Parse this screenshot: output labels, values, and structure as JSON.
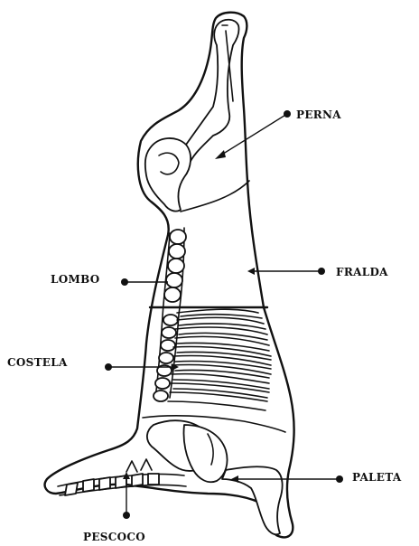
{
  "labels": {
    "perna": "PERNA",
    "fralda": "FRALDA",
    "lombo": "LOMBO",
    "costela": "COSTELA",
    "paleta": "PALETA",
    "pescoco": "PESCOCO"
  },
  "colors": {
    "ink": "#111111",
    "background": "#ffffff"
  }
}
